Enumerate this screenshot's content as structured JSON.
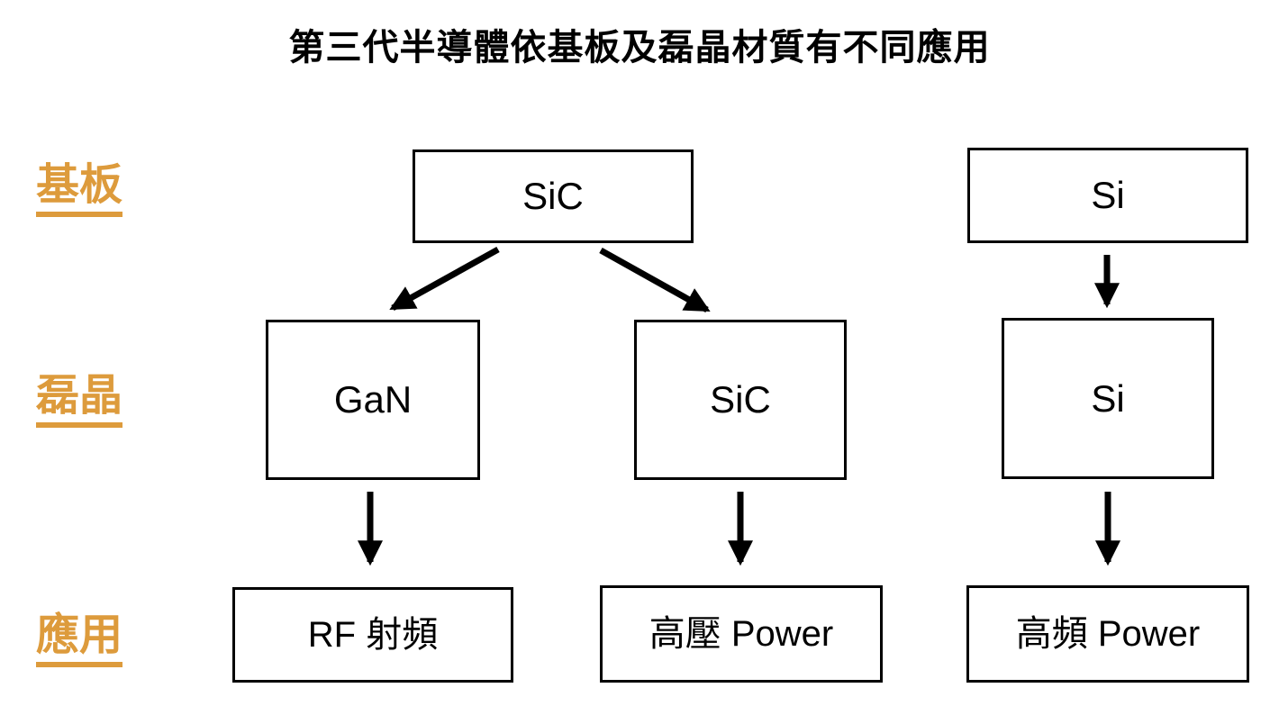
{
  "title": "第三代半導體依基板及磊晶材質有不同應用",
  "colors": {
    "label_orange": "#DD9B3C",
    "line_black": "#000000",
    "background": "#FFFFFF"
  },
  "row_labels": {
    "substrate": "基板",
    "epitaxy": "磊晶",
    "application": "應用"
  },
  "nodes": {
    "substrate_sic": "SiC",
    "substrate_si": "Si",
    "epitaxy_gan": "GaN",
    "epitaxy_sic": "SiC",
    "epitaxy_si": "Si",
    "application_rf": "RF 射頻",
    "application_high_voltage": "高壓 Power",
    "application_high_frequency": "高頻 Power"
  },
  "edges": [
    {
      "from": "substrate_sic",
      "to": "epitaxy_gan"
    },
    {
      "from": "substrate_sic",
      "to": "epitaxy_sic"
    },
    {
      "from": "substrate_si",
      "to": "epitaxy_si"
    },
    {
      "from": "epitaxy_gan",
      "to": "application_rf"
    },
    {
      "from": "epitaxy_sic",
      "to": "application_high_voltage"
    },
    {
      "from": "epitaxy_si",
      "to": "application_high_frequency"
    }
  ]
}
